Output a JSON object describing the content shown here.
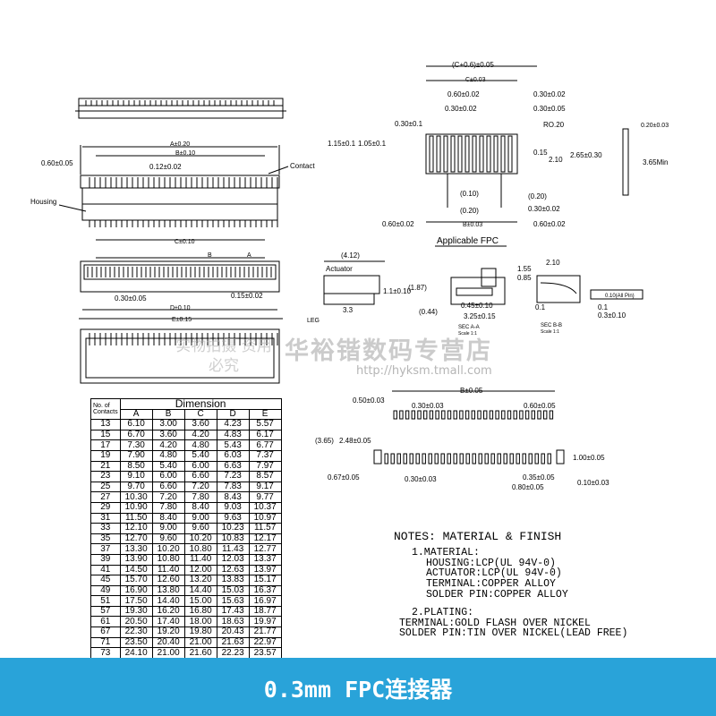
{
  "watermark": {
    "shop": "华裕锴数码专营店",
    "url": "http://hyksm.tmall.com",
    "stamp": "实物拍摄 资用必究"
  },
  "labels": {
    "housing": "Housing",
    "contact": "Contact",
    "actuator": "Actuator",
    "leg": "LEG",
    "applicable_fpc": "Applicable FPC",
    "sec_a": "SEC A-A",
    "sec_a_scale": "Scale 1:1",
    "sec_b": "SEC B-B",
    "sec_b_scale": "Scale 1:1",
    "flatness": "0.10(All Pin)",
    "A": "A",
    "B": "B"
  },
  "dims": {
    "front": {
      "a": "A±0.20",
      "b": "B±0.10",
      "pitch": "0.12±0.02",
      "side": "0.60±0.05",
      "c": "C±0.10"
    },
    "top": {
      "pitch": "0.30±0.05",
      "tab": "0.15±0.02",
      "d": "D±0.10",
      "e": "E±0.15"
    },
    "fpc": {
      "c06": "(C+0.6)±0.05",
      "c": "C±0.03",
      "w060": "0.60±0.02",
      "w030t": "0.30±0.02",
      "w030": "0.30±0.02",
      "r030": "0.30±0.05",
      "r030b": "0.30±0.1",
      "ro": "RO.20",
      "h115": "1.15±0.1",
      "h105": "1.05±0.1",
      "h015": "0.15",
      "h210": "2.10",
      "h265": "2.65±0.30",
      "p010": "(0.10)",
      "p020": "(0.20)",
      "p020b": "(0.20)",
      "p030": "0.30±0.02",
      "b060l": "0.60±0.02",
      "b": "B±0.03",
      "b060r": "0.60±0.02",
      "thick": "0.20±0.03",
      "min": "3.65Min"
    },
    "side": {
      "s412": "(4.12)",
      "s11": "1.1±0.10",
      "s187": "(1.87)",
      "s33": "3.3",
      "s044": "(0.44)",
      "s045": "0.45±0.10",
      "s325": "3.25±0.15"
    },
    "secb": {
      "s210": "2.10",
      "s155": "1.55",
      "s085": "0.85",
      "s01a": "0.1",
      "s01b": "0.1",
      "s03": "0.3±0.10"
    },
    "pad": {
      "b005": "B±0.05",
      "w050": "0.50±0.03",
      "w030a": "0.30±0.03",
      "w060": "0.60±0.05",
      "h365": "(3.65)",
      "h248": "2.48±0.05",
      "h067": "0.67±0.05",
      "w030b": "0.30±0.03",
      "h100": "1.00±0.05",
      "h035": "0.35±0.05",
      "h080": "0.80±0.05",
      "w010": "0.10±0.03"
    }
  },
  "table": {
    "head_left": "No. of Contacts",
    "head_dim": "Dimension",
    "cols": [
      "A",
      "B",
      "C",
      "D",
      "E"
    ],
    "rows": [
      [
        "13",
        "6.10",
        "3.00",
        "3.60",
        "4.23",
        "5.57"
      ],
      [
        "15",
        "6.70",
        "3.60",
        "4.20",
        "4.83",
        "6.17"
      ],
      [
        "17",
        "7.30",
        "4.20",
        "4.80",
        "5.43",
        "6.77"
      ],
      [
        "19",
        "7.90",
        "4.80",
        "5.40",
        "6.03",
        "7.37"
      ],
      [
        "21",
        "8.50",
        "5.40",
        "6.00",
        "6.63",
        "7.97"
      ],
      [
        "23",
        "9.10",
        "6.00",
        "6.60",
        "7.23",
        "8.57"
      ],
      [
        "25",
        "9.70",
        "6.60",
        "7.20",
        "7.83",
        "9.17"
      ],
      [
        "27",
        "10.30",
        "7.20",
        "7.80",
        "8.43",
        "9.77"
      ],
      [
        "29",
        "10.90",
        "7.80",
        "8.40",
        "9.03",
        "10.37"
      ],
      [
        "31",
        "11.50",
        "8.40",
        "9.00",
        "9.63",
        "10.97"
      ],
      [
        "33",
        "12.10",
        "9.00",
        "9.60",
        "10.23",
        "11.57"
      ],
      [
        "35",
        "12.70",
        "9.60",
        "10.20",
        "10.83",
        "12.17"
      ],
      [
        "37",
        "13.30",
        "10.20",
        "10.80",
        "11.43",
        "12.77"
      ],
      [
        "39",
        "13.90",
        "10.80",
        "11.40",
        "12.03",
        "13.37"
      ],
      [
        "41",
        "14.50",
        "11.40",
        "12.00",
        "12.63",
        "13.97"
      ],
      [
        "45",
        "15.70",
        "12.60",
        "13.20",
        "13.83",
        "15.17"
      ],
      [
        "49",
        "16.90",
        "13.80",
        "14.40",
        "15.03",
        "16.37"
      ],
      [
        "51",
        "17.50",
        "14.40",
        "15.00",
        "15.63",
        "16.97"
      ],
      [
        "57",
        "19.30",
        "16.20",
        "16.80",
        "17.43",
        "18.77"
      ],
      [
        "61",
        "20.50",
        "17.40",
        "18.00",
        "18.63",
        "19.97"
      ],
      [
        "67",
        "22.30",
        "19.20",
        "19.80",
        "20.43",
        "21.77"
      ],
      [
        "71",
        "23.50",
        "20.40",
        "21.00",
        "21.63",
        "22.97"
      ],
      [
        "73",
        "24.10",
        "21.00",
        "21.60",
        "22.23",
        "23.57"
      ]
    ]
  },
  "notes": {
    "title": "NOTES: MATERIAL & FINISH",
    "m1": "1.MATERIAL:",
    "housing": "HOUSING:LCP(UL 94V-0)",
    "actuator": "ACTUATOR:LCP(UL 94V-0)",
    "terminal": "TERMINAL:COPPER ALLOY",
    "solder": "SOLDER PIN:COPPER ALLOY",
    "m2": "2.PLATING:",
    "p_terminal": "TERMINAL:GOLD FLASH OVER NICKEL",
    "p_solder": "SOLDER PIN:TIN OVER NICKEL(LEAD FREE)"
  },
  "banner": {
    "caption": "0.3mm FPC连接器",
    "color": "#29a3d9"
  }
}
